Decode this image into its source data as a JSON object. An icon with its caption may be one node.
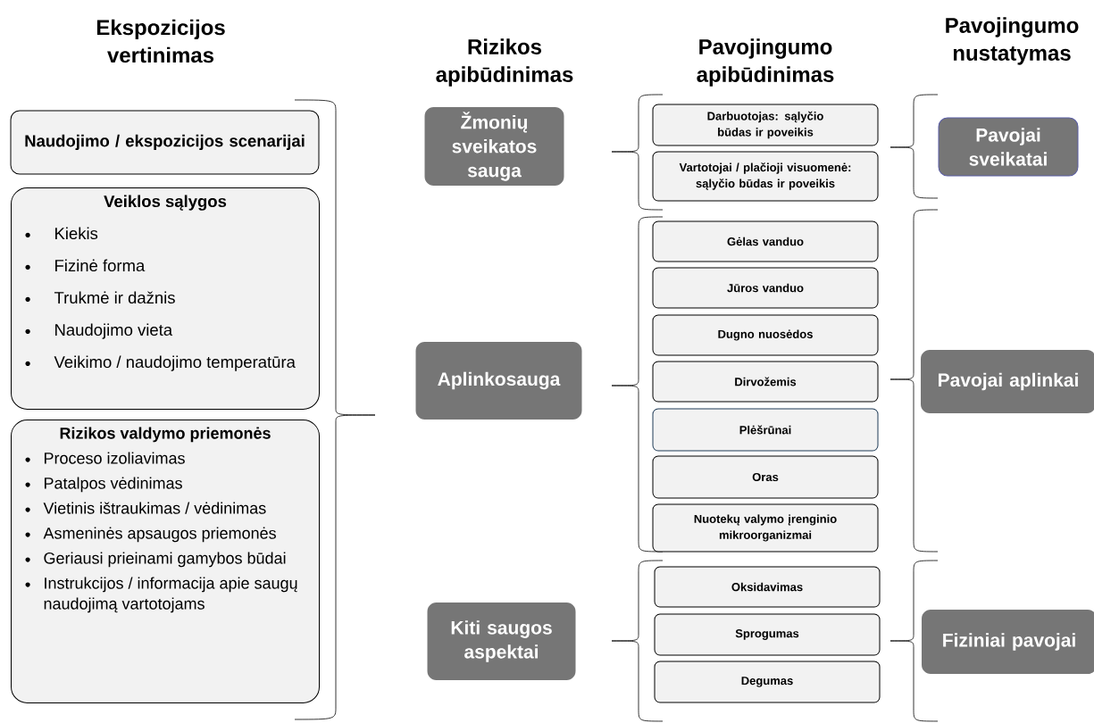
{
  "diagram": {
    "nodes": [
      {
        "text": [
          "Naudojimo / ekspozicijos scenarijai"
        ]
      },
      {
        "text": [
          "Veiklos sąlygos",
          "Kiekis",
          "Fizinė forma",
          "Trukmė ir dažnis",
          "Naudojimo vieta",
          "Veikimo / naudojimo temperatūra"
        ]
      },
      {
        "text": [
          "Rizikos valdymo priemonės",
          "Proceso izoliavimas",
          "Patalpos vėdinimas",
          "Vietinis ištraukimas / vėdinimas",
          "Asmeninės apsaugos priemonės",
          "Geriausi prieinami gamybos būdai",
          "Instrukcijos / informacija apie saugų naudojimą vartotojams"
        ]
      },
      {
        "text": [
          "Žmonių sveikatos sauga"
        ]
      },
      {
        "text": [
          "Aplinkosauga"
        ]
      },
      {
        "text": [
          "Kiti saugos aspektai"
        ]
      },
      {
        "text": [
          "Darbuotojas: sąlyčio būdas ir poveikis"
        ]
      },
      {
        "text": [
          "Vartotojai / plačioji visuomenė: sąlyčio būdas ir poveikis"
        ]
      },
      {
        "text": [
          "Gėlas vanduo"
        ]
      },
      {
        "text": [
          "Jūros vanduo"
        ]
      },
      {
        "text": [
          "Dugno nuosėdos"
        ]
      },
      {
        "text": [
          "Dirvožemis"
        ]
      },
      {
        "text": [
          "Plėšrūnai"
        ]
      },
      {
        "text": [
          "Oras"
        ]
      },
      {
        "text": [
          "Nuotekų valymo įrenginio mikroorganizmai"
        ]
      },
      {
        "text": [
          "Oksidavimas"
        ]
      },
      {
        "text": [
          "Sprogumas"
        ]
      },
      {
        "text": [
          "Degumas"
        ]
      },
      {
        "text": [
          "Pavojai sveikatai"
        ]
      },
      {
        "text": [
          "Pavojai aplinkai"
        ]
      },
      {
        "text": [
          "Fiziniai pavojai"
        ]
      }
    ],
    "labels": [
      "Ekspozicijos vertinimas",
      "Rizikos apibūdinimas",
      "Pavojingumo apibūdinimas",
      "Pavojingumo nustatymas"
    ]
  }
}
